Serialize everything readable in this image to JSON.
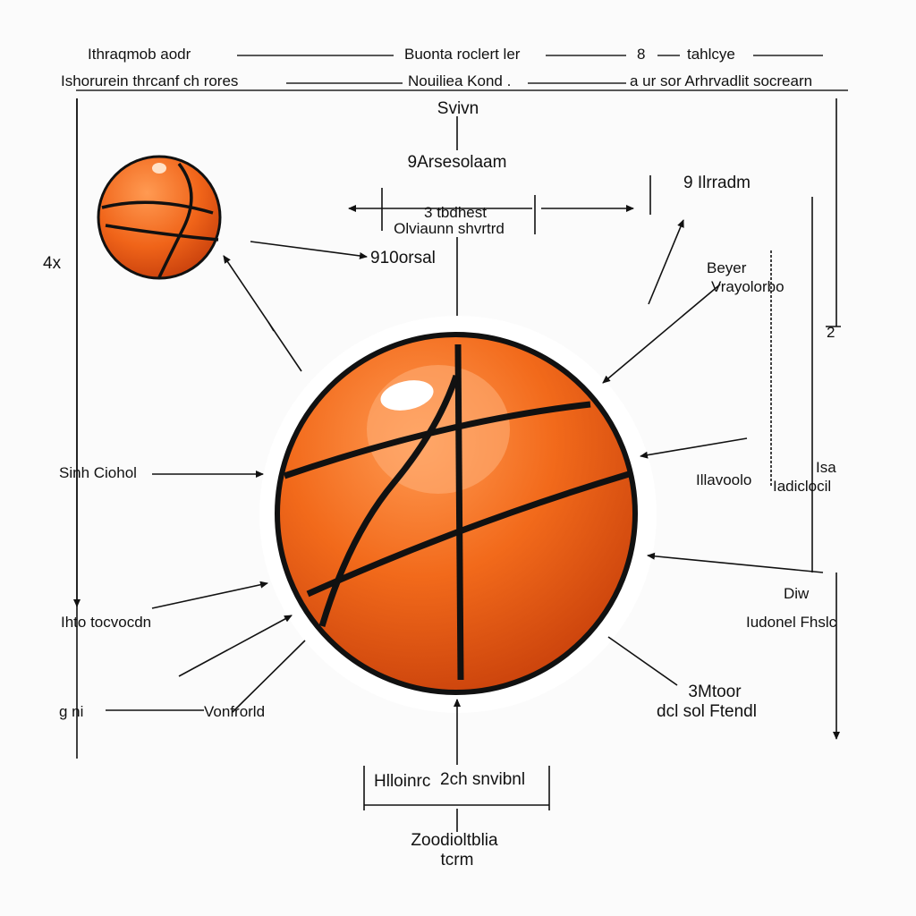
{
  "header": {
    "row1_left": "Ithraqmob aodr",
    "row1_center": "Buonta roclert ler",
    "row1_mid": "8",
    "row1_right": "tahlcye",
    "row2_left": "Ishorurein thrcanf ch rores",
    "row2_center": "Nouiliea Kond .",
    "row2_right": "a ur sor Arhrvadlit socrearn"
  },
  "labels": {
    "top_small": "Svivn",
    "top_main": "9Arsesolaam",
    "center_upper": "3 tbdhest",
    "center_lower": "Olviaunn shvrtrd",
    "small_ball_label": "910orsal",
    "left_tick": "4x",
    "right_top": "9 Ilrradm",
    "right_mid1": "Beyer",
    "right_mid2": "Vrayolorbo",
    "right_tick": "2",
    "left_mid": "Sinh Ciohol",
    "right_center_a": "Illavoolo",
    "right_center_b": "Isa",
    "right_center_c": "Iadiclocil",
    "right_lower_a": "Diw",
    "right_lower_b": "Iudonel Fhslc",
    "left_lower": "Ihto tocvocdn",
    "left_bottom_a": "g ni",
    "left_bottom_b": "Vonfrorld",
    "right_bottom_a": "3Mtoor",
    "right_bottom_b": "dcl sol Ftendl",
    "bottom_box_a": "Hlloinrc",
    "bottom_box_b": "2ch snvibnl",
    "bottom_a": "Zoodioltblia",
    "bottom_b": "tcrm"
  },
  "colors": {
    "ball_orange": "#f26a1b",
    "ball_dark": "#c9410b",
    "seam": "#111111",
    "line": "#111111"
  }
}
